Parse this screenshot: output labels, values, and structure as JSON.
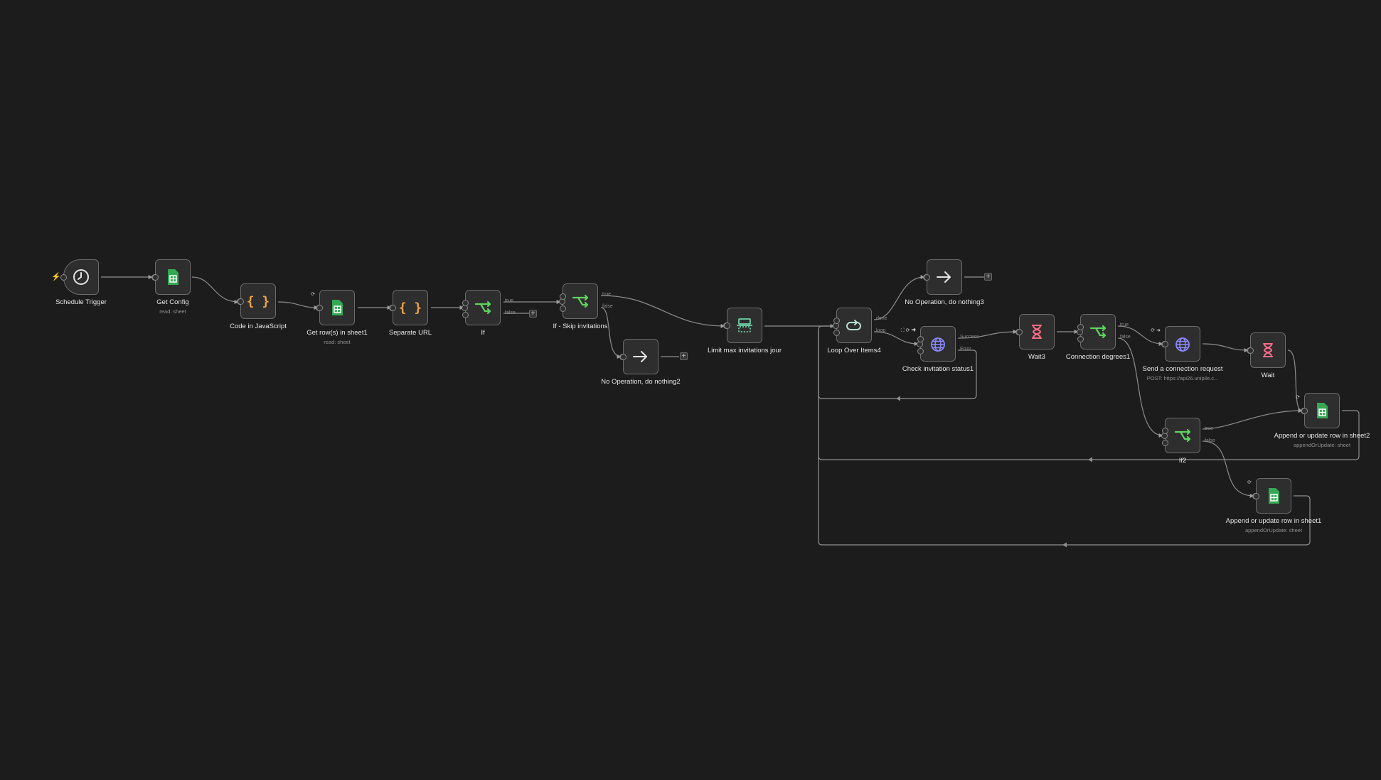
{
  "canvas": {
    "background": "#1c1c1c"
  },
  "colors": {
    "sheets": "#34a853",
    "code": "#f0a34a",
    "if": "#5fd35f",
    "http": "#8a8aff",
    "wait": "#ff6d8a"
  },
  "nodes": {
    "schedule": {
      "label": "Schedule Trigger",
      "icon": "clock-icon"
    },
    "get_config": {
      "label": "Get Config",
      "sub": "read: sheet",
      "icon": "google-sheets-icon"
    },
    "code_js": {
      "label": "Code in JavaScript",
      "icon": "code-braces-icon"
    },
    "get_rows": {
      "label": "Get row(s) in sheet1",
      "sub": "read: sheet",
      "icon": "google-sheets-icon"
    },
    "separate_url": {
      "label": "Separate URL",
      "icon": "code-braces-icon"
    },
    "if": {
      "label": "If",
      "true": "true",
      "false": "false",
      "icon": "if-branch-icon"
    },
    "if_skip": {
      "label": "If - Skip invitations",
      "true": "true",
      "false": "false",
      "icon": "if-branch-icon"
    },
    "noop2": {
      "label": "No Operation, do nothing2",
      "icon": "arrow-right-icon"
    },
    "limit": {
      "label": "Limit max invitations jour",
      "icon": "limit-icon"
    },
    "loop": {
      "label": "Loop Over Items4",
      "done": "done",
      "loop": "loop",
      "icon": "loop-icon"
    },
    "noop3": {
      "label": "No Operation, do nothing3",
      "icon": "arrow-right-icon"
    },
    "check": {
      "label": "Check invitation status1",
      "success": "Success",
      "error": "Error",
      "icon": "globe-icon"
    },
    "wait3": {
      "label": "Wait3",
      "icon": "hourglass-icon"
    },
    "conn_deg": {
      "label": "Connection degrees1",
      "true": "true",
      "false": "false",
      "icon": "if-branch-icon"
    },
    "send": {
      "label": "Send a connection request",
      "sub": "POST: https://api26.unipile.c...",
      "icon": "globe-icon"
    },
    "wait": {
      "label": "Wait",
      "icon": "hourglass-icon"
    },
    "if2": {
      "label": "If2",
      "true": "true",
      "false": "false",
      "icon": "if-branch-icon"
    },
    "append2": {
      "label": "Append or update row in sheet2",
      "sub": "appendOrUpdate: sheet",
      "icon": "google-sheets-icon"
    },
    "append1": {
      "label": "Append or update row in sheet1",
      "sub": "appendOrUpdate: sheet",
      "icon": "google-sheets-icon"
    }
  }
}
